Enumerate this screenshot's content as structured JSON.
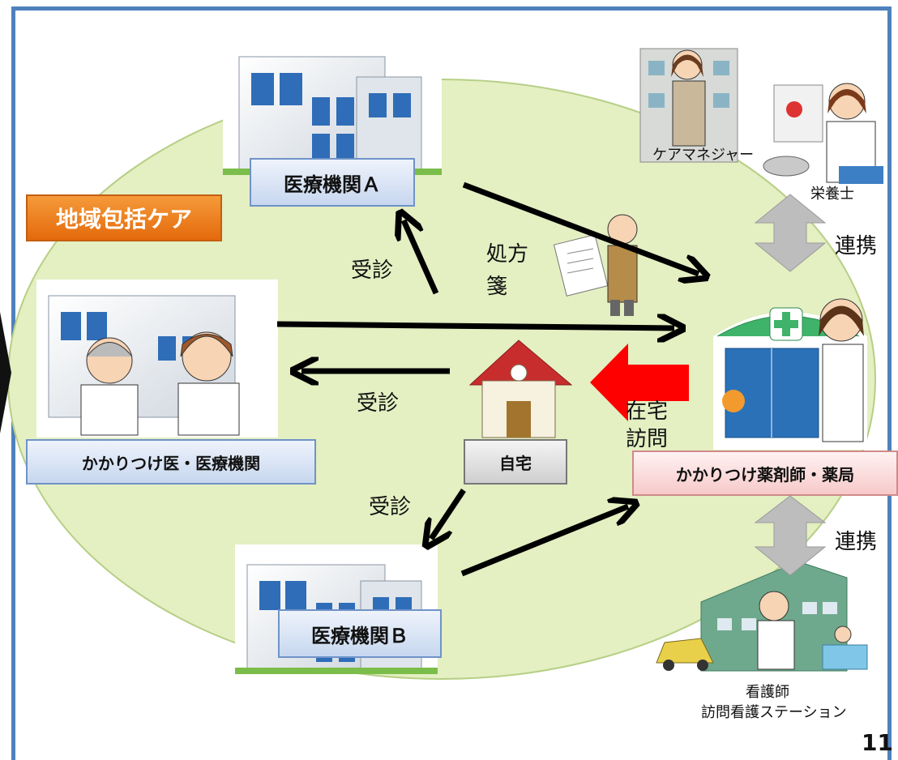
{
  "title_badge": "地域包括ケア",
  "hospital_a": "医療機関Ａ",
  "hospital_b": "医療機関Ｂ",
  "family_doctor": "かかりつけ医・医療機関",
  "home": "自宅",
  "pharmacy": "かかりつけ薬剤師・薬局",
  "labels": {
    "visit_a": "受診",
    "visit_doc": "受診",
    "visit_b": "受診",
    "prescription_line1": "処方",
    "prescription_line2": "箋",
    "home_visit_line1": "在宅",
    "home_visit_line2": "訪問",
    "link_top": "連携",
    "link_bottom": "連携",
    "care_manager": "ケアマネジャー",
    "dietitian": "栄養士",
    "nurse": "看護師",
    "nursing_station": "訪問看護ステーション"
  },
  "page_number": "11",
  "colors": {
    "region_fill": "#e4efc2",
    "frame": "#4f81bd",
    "badge": "#e46a0c",
    "home_arrow": "#ff0000",
    "link_arrow": "#bdbdbd"
  }
}
